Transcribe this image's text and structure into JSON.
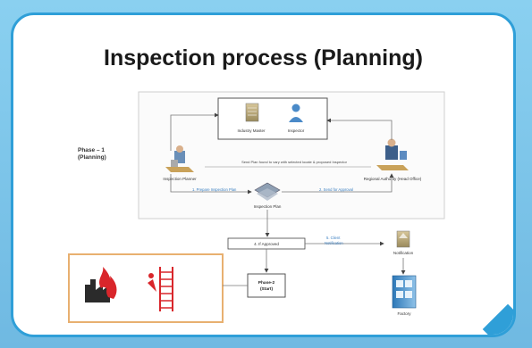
{
  "title": "Inspection process (Planning)",
  "phase1": {
    "label_line1": "Phase – 1",
    "label_line2": "(Planning)"
  },
  "nodes": {
    "industry_master": "Industry Master",
    "inspector": "Inspector",
    "inspection_planner": "Inspection Planner",
    "regional_authority": "Regional Authority (Head Office)",
    "inspection_plan": "Inspection Plan",
    "if_approved": "4. If Approved",
    "notification": "Notification",
    "factory": "Factory",
    "phase2_line1": "Phase-2",
    "phase2_line2": "(Start)"
  },
  "edges": {
    "mid_text": "Send Plan found to vary with selected locate & proposed Inspector",
    "prepare_plan": "1. Prepare Inspection Plan",
    "send_approval": "2. Send for Approval",
    "client_notification_1": "5. Client",
    "client_notification_2": "Notification"
  },
  "colors": {
    "accent": "#2f9fd8",
    "panel_border": "#e8b070",
    "icon_red": "#d9262b",
    "icon_dark": "#2b2b2b"
  }
}
